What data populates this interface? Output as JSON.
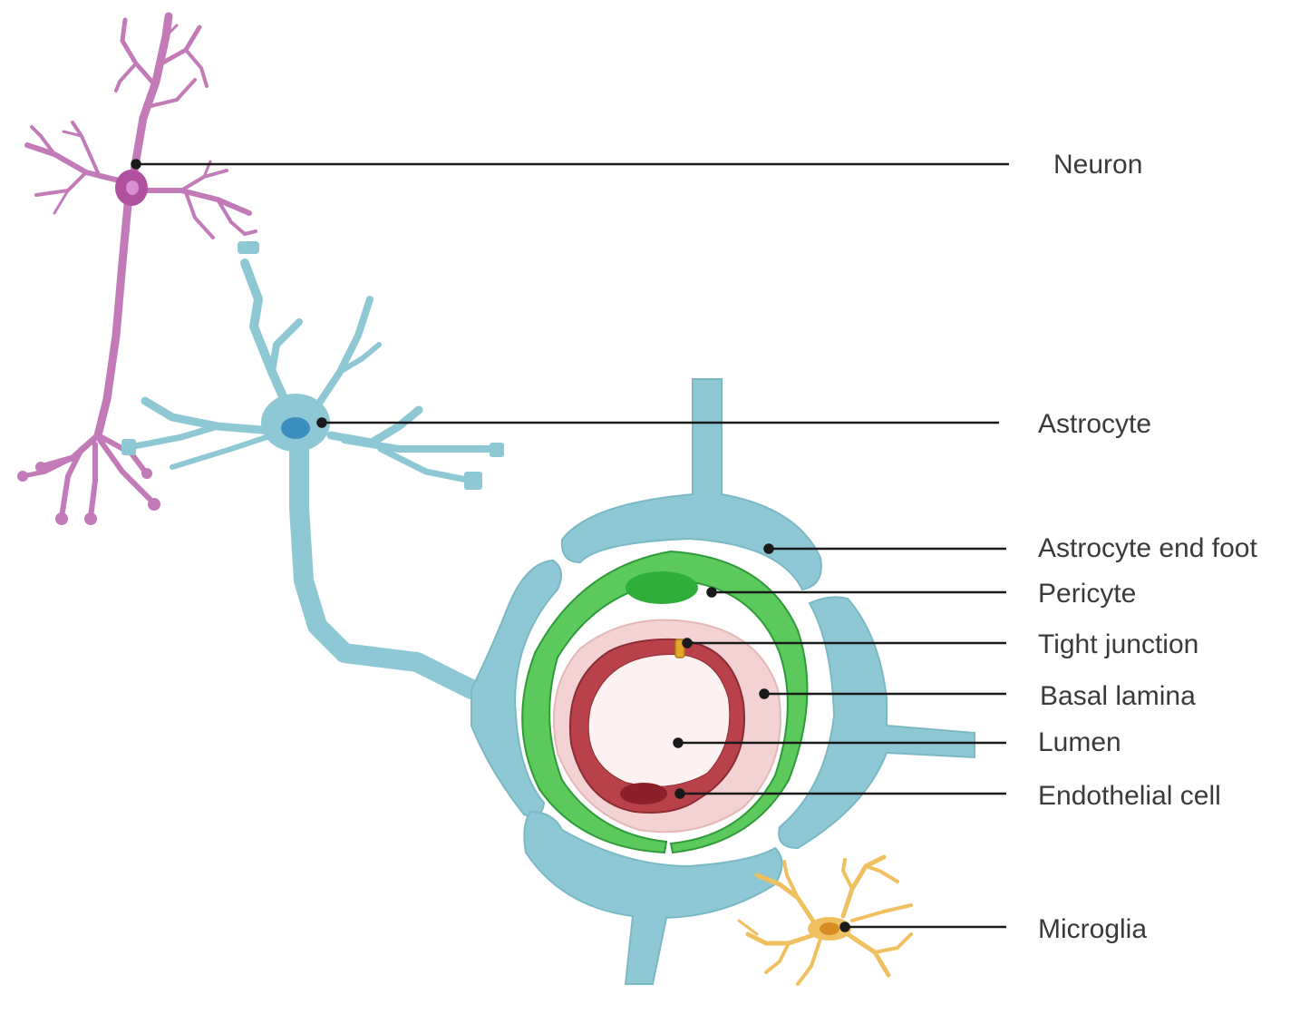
{
  "labels": {
    "neuron": "Neuron",
    "astrocyte": "Astrocyte",
    "astrocyte_end_foot": "Astrocyte end foot",
    "pericyte": "Pericyte",
    "tight_junction": "Tight junction",
    "basal_lamina": "Basal lamina",
    "lumen": "Lumen",
    "endothelial_cell": "Endothelial cell",
    "microglia": "Microglia"
  },
  "colors": {
    "neuron": "#c27bb8",
    "neuron_soma": "#b0509f",
    "astrocyte": "#8ec8d5",
    "astrocyte_nucleus": "#3a8fbf",
    "pericyte_layer": "#5cc95c",
    "pericyte_nucleus": "#2fae3a",
    "basal_lamina": "#f2d2d2",
    "endothelium": "#b9424a",
    "lumen": "#fdf1f1",
    "tight_junction": "#e2a72b",
    "microglia": "#f0c060",
    "leader_line": "#1a1a1a"
  }
}
